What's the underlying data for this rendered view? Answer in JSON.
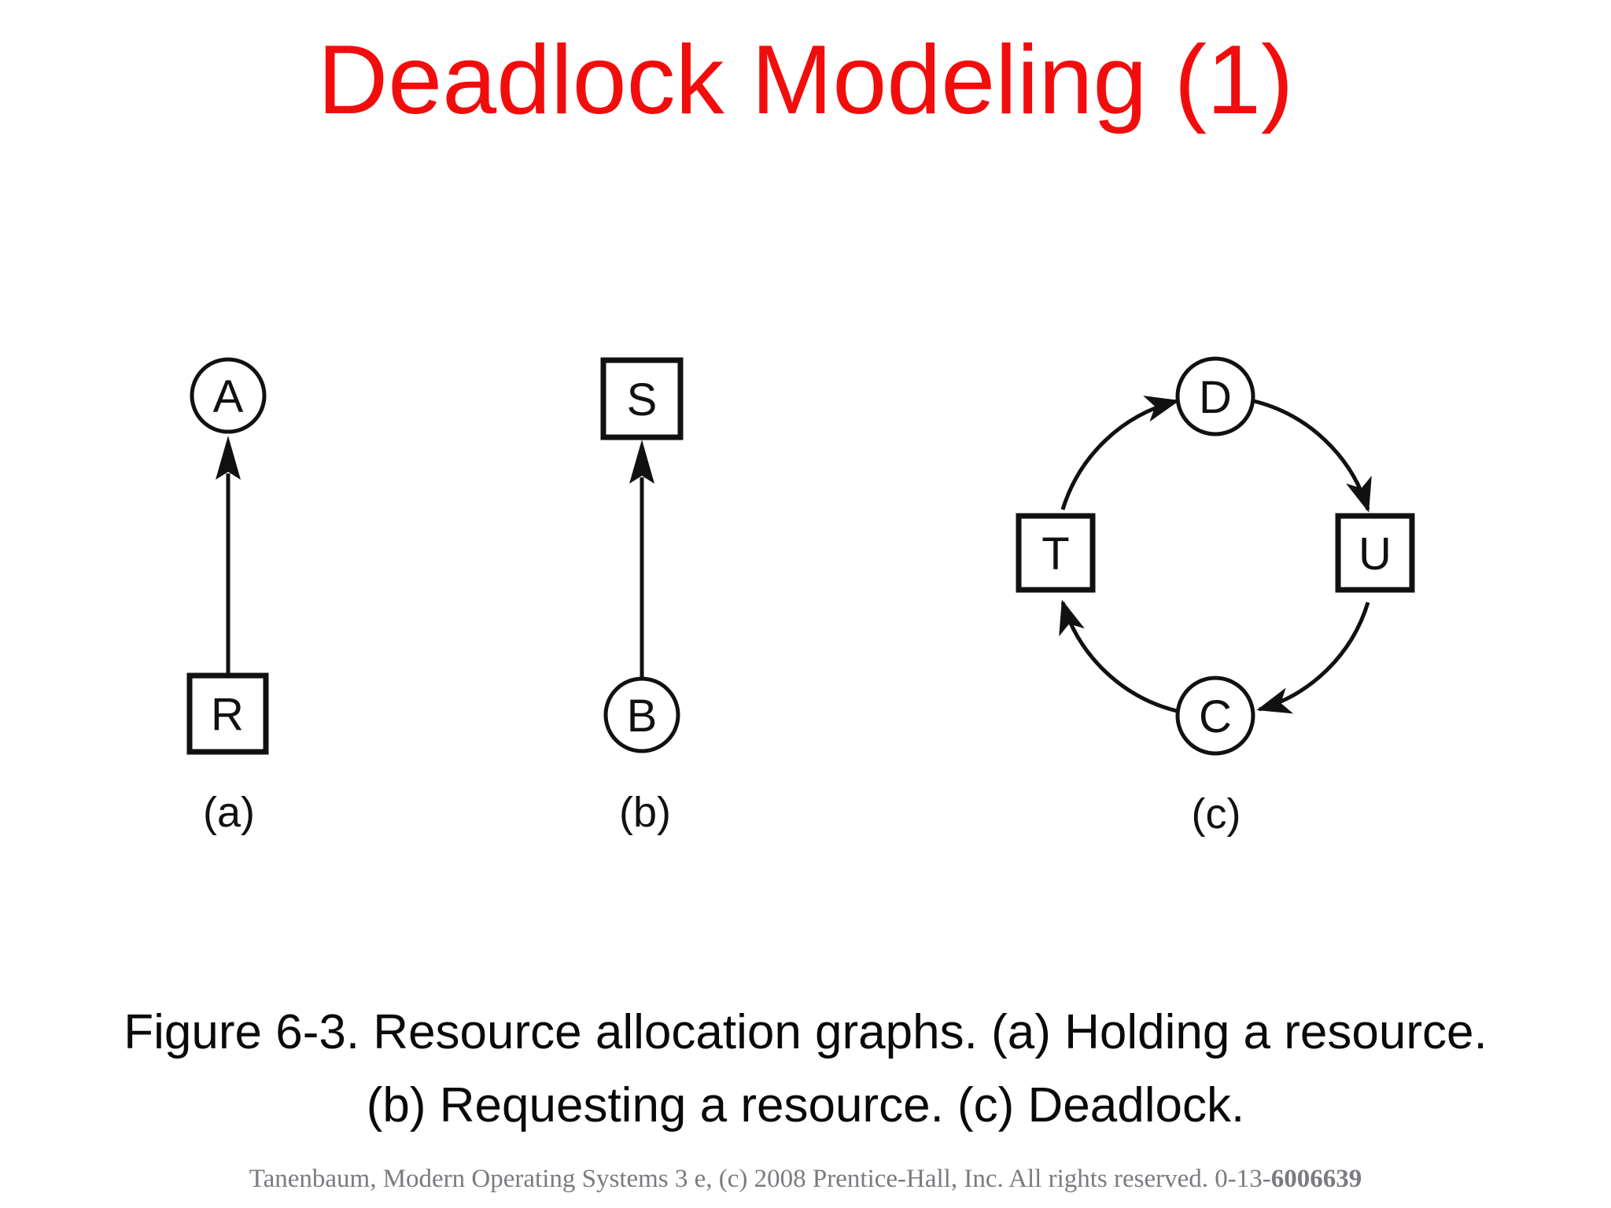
{
  "title": "Deadlock Modeling (1)",
  "colors": {
    "title_red": "#f20d0d",
    "diagram_ink": "#111111",
    "footer_gray": "#7a7a80",
    "background": "#ffffff"
  },
  "figures": {
    "a": {
      "caption": "(a)",
      "process_node": "A",
      "resource_node": "R",
      "edge": "R to A (resource held by process)"
    },
    "b": {
      "caption": "(b)",
      "resource_node": "S",
      "process_node": "B",
      "edge": "B to S (process requests resource)"
    },
    "c": {
      "caption": "(c)",
      "top_node": "D",
      "right_node": "U",
      "bottom_node": "C",
      "left_node": "T",
      "cycle": "D to U to C to T to D (deadlock cycle)"
    }
  },
  "caption": {
    "line1": "Figure 6-3. Resource allocation graphs. (a) Holding a resource.",
    "line2": "(b) Requesting a resource. (c) Deadlock."
  },
  "footer": {
    "text": "Tanenbaum, Modern Operating Systems 3 e, (c) 2008 Prentice-Hall, Inc. All rights reserved. 0-13-",
    "isbn_bold": "6006639"
  }
}
